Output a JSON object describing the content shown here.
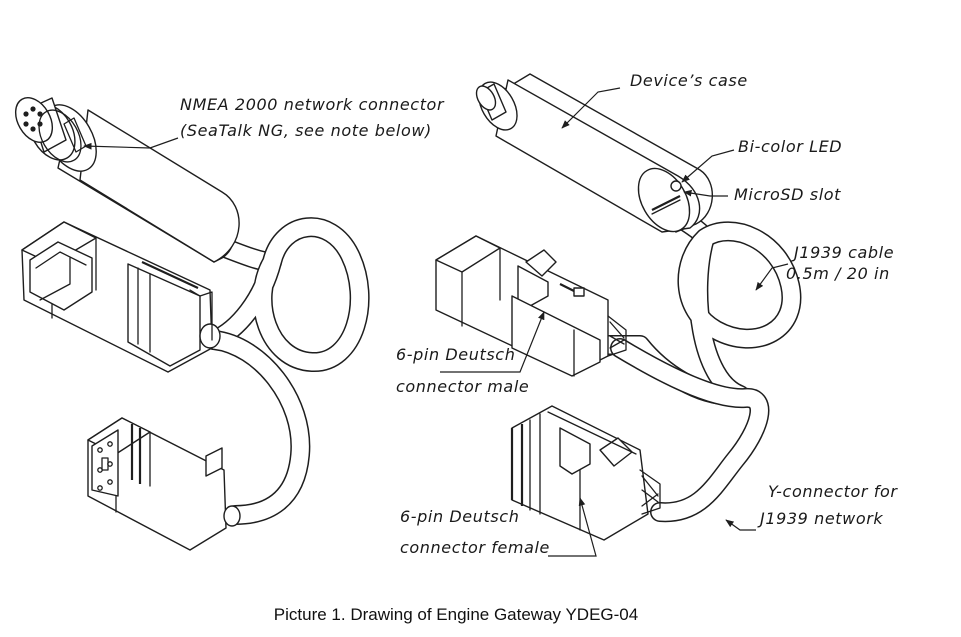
{
  "labels": {
    "nmea_line1": "NMEA 2000 network connector",
    "nmea_line2": "(SeaTalk NG, see note below)",
    "device_case": "Device’s case",
    "bicolor_led": "Bi-color LED",
    "microsd_slot": "MicroSD slot",
    "j1939_cable_line1": "J1939 cable",
    "j1939_cable_line2": "0.5m / 20 in",
    "male_line1": "6-pin Deutsch",
    "male_line2": "connector male",
    "female_line1": "6-pin Deutsch",
    "female_line2": "connector female",
    "yconn_line1": "Y-connector for",
    "yconn_line2": "J1939 network"
  },
  "caption": "Picture 1. Drawing of Engine Gateway YDEG-04",
  "colors": {
    "line": "#1e1e1e",
    "background": "#ffffff"
  }
}
